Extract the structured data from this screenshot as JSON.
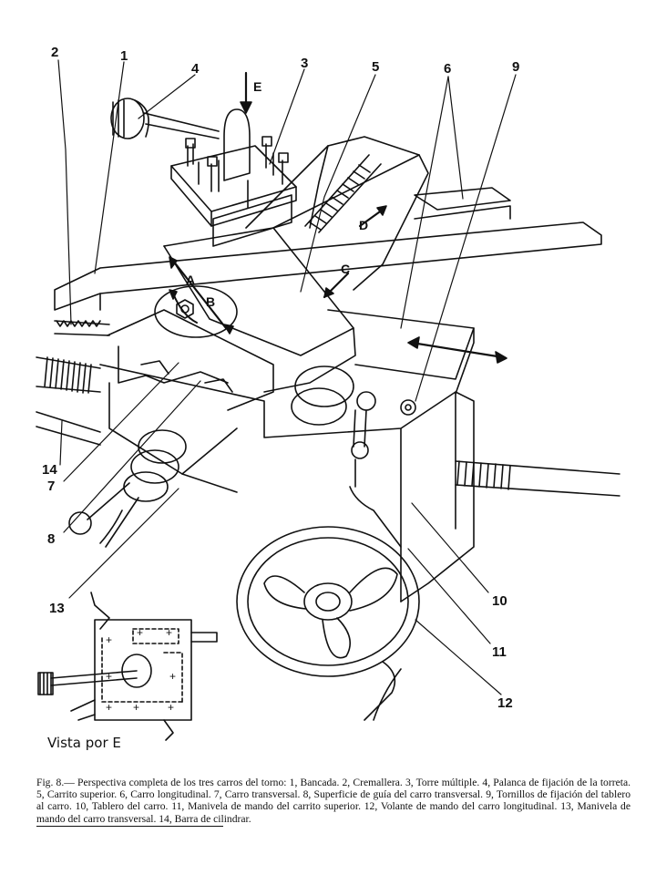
{
  "figure": {
    "labels": {
      "n1": "1",
      "n2": "2",
      "n3": "3",
      "n4": "4",
      "n5": "5",
      "n6": "6",
      "n7": "7",
      "n8": "8",
      "n9": "9",
      "n10": "10",
      "n11": "11",
      "n12": "12",
      "n13": "13",
      "n14": "14"
    },
    "arrow_labels": {
      "a": "A",
      "b": "B",
      "c": "C",
      "d": "D",
      "e": "E"
    },
    "inset_caption": "Vista por E"
  },
  "caption": "Fig. 8.— Perspectiva completa de los tres carros del torno: 1, Bancada. 2, Cremallera. 3, Torre múltiple. 4, Palanca de fijación de la torreta. 5, Carrito superior. 6, Carro longitudinal. 7, Carro transversal. 8, Superficie de guía del carro transversal. 9, Tornillos de fijación del tablero al carro. 10, Tablero del carro. 11, Manivela de mando del carrito superior. 12, Volante de mando del carro longitudinal. 13, Manivela de mando del carro transversal. 14, Barra de cilindrar."
}
